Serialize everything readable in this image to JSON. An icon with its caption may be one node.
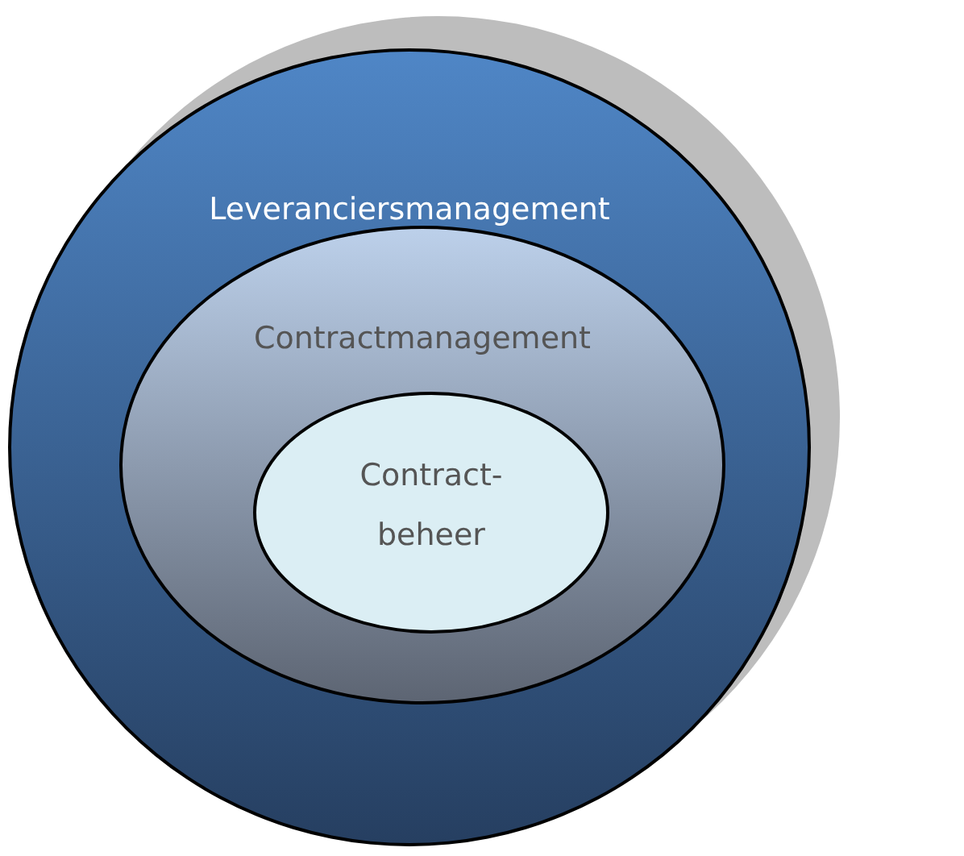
{
  "diagram": {
    "nodes": [
      {
        "text": [
          "Leveranciersmanagement"
        ]
      },
      {
        "text": [
          "Contractmanagement"
        ],
        "in": 0
      },
      {
        "text": [
          "Contract- beheer"
        ],
        "in": 1
      }
    ]
  }
}
